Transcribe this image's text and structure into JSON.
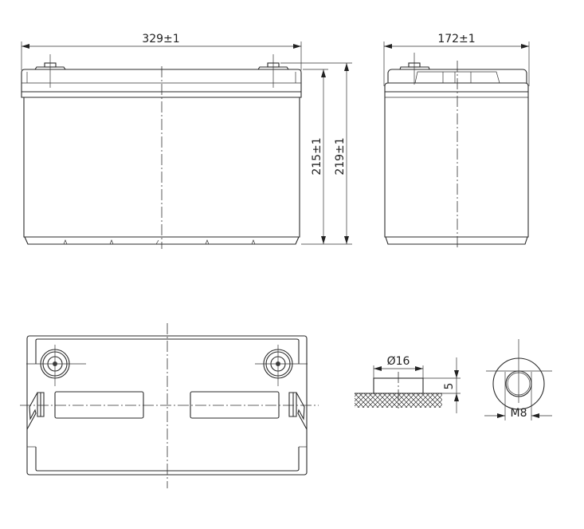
{
  "front_view": {
    "width_label": "329±1",
    "height_lid_label": "215±1",
    "height_total_label": "219±1"
  },
  "side_view": {
    "depth_label": "172±1"
  },
  "terminal_detail": {
    "diameter_label": "Ø16",
    "height_label": "5",
    "thread_label": "M8"
  },
  "colors": {
    "line": "#2a2a2a",
    "background": "#ffffff"
  }
}
